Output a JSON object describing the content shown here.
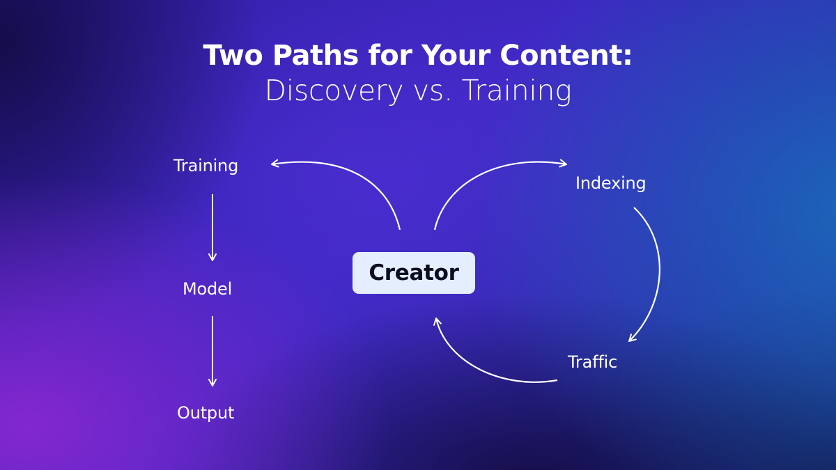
{
  "title": {
    "line1": "Two Paths for Your Content:",
    "line2": "Discovery vs. Training"
  },
  "nodes": {
    "creator": "Creator",
    "training": "Training",
    "model": "Model",
    "output": "Output",
    "indexing": "Indexing",
    "traffic": "Traffic"
  },
  "colors": {
    "background_primary": "#3c25bf",
    "background_accent_blue": "#1a6ebe",
    "background_accent_purple": "#8c28d2",
    "creator_box": "#e4eefe",
    "creator_text": "#0d0d22",
    "text": "#ffffff"
  }
}
